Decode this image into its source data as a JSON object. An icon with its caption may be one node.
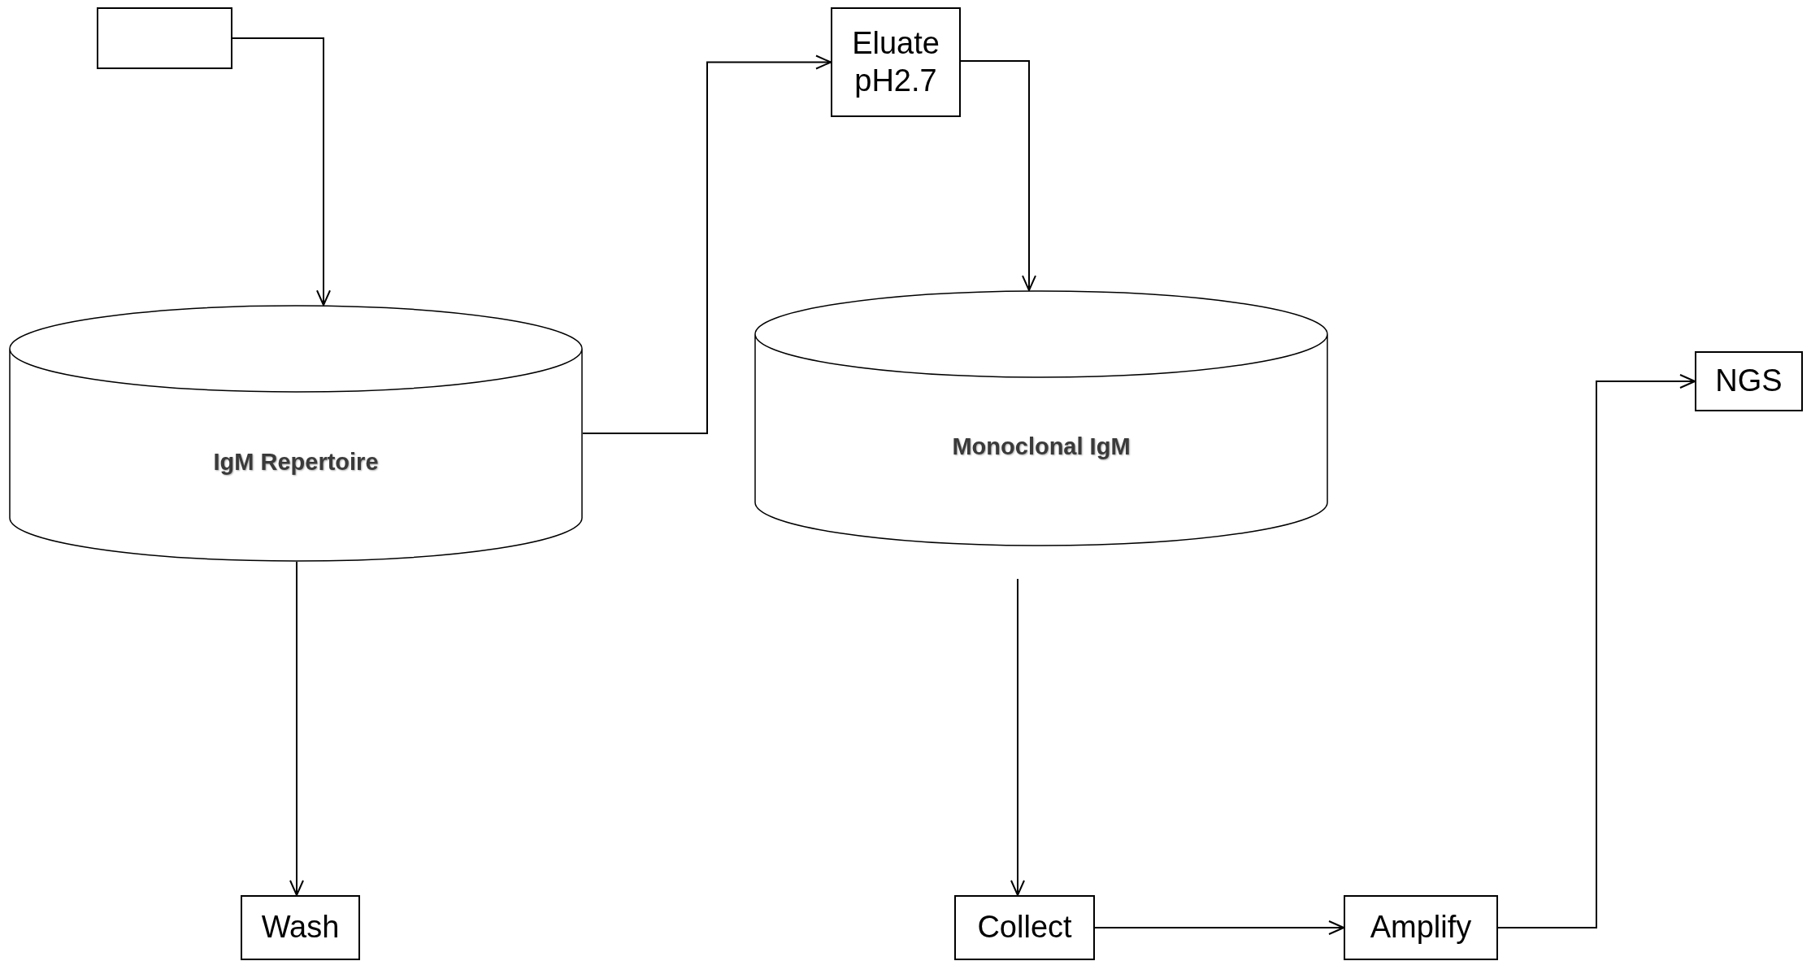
{
  "diagram": {
    "nodes": [
      {
        "text": [],
        "shape": "box"
      },
      {
        "text": [
          "Eluate pH2.7"
        ]
      },
      {
        "text": [
          "IgM Repertoire"
        ]
      },
      {
        "text": [
          "Monoclonal IgM"
        ]
      },
      {
        "text": [
          "NGS"
        ]
      },
      {
        "text": [
          "Wash"
        ]
      },
      {
        "text": [
          "Collect"
        ]
      },
      {
        "text": [
          "Amplify"
        ]
      }
    ],
    "edges": [
      {
        "from": 0,
        "to": 2,
        "arrow": "to"
      },
      {
        "from": 2,
        "to": 1,
        "arrow": "to"
      },
      {
        "from": 1,
        "to": 3,
        "arrow": "to"
      },
      {
        "from": 2,
        "to": 5,
        "arrow": "to"
      },
      {
        "from": 3,
        "to": 6,
        "arrow": "to"
      },
      {
        "from": 6,
        "to": 7,
        "arrow": "to"
      },
      {
        "from": 7,
        "to": 4,
        "arrow": "to"
      }
    ]
  }
}
